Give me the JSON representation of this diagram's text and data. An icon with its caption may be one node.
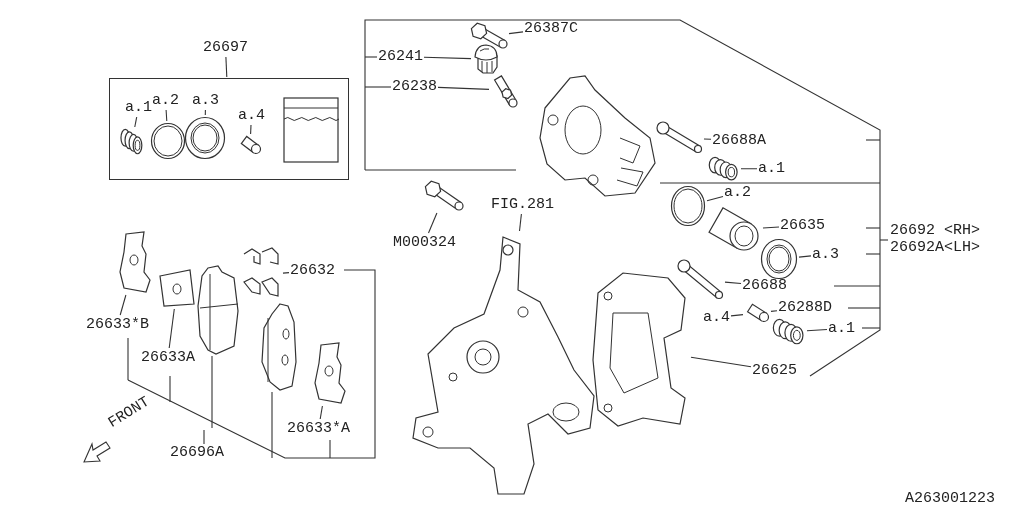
{
  "diagram": {
    "nodes": [
      {
        "text": [
          "26697"
        ]
      },
      {
        "text": [],
        "shape": "box"
      },
      {
        "text": [
          "a.1"
        ],
        "in": 1
      },
      {
        "text": [],
        "shape": "picture",
        "in": 1
      },
      {
        "text": [
          "a.2"
        ],
        "in": 1
      },
      {
        "text": [],
        "shape": "picture",
        "in": 1
      },
      {
        "text": [
          "a.3"
        ],
        "in": 1
      },
      {
        "text": [],
        "shape": "picture",
        "in": 1
      },
      {
        "text": [
          "a.4"
        ],
        "in": 1
      },
      {
        "text": [],
        "shape": "picture",
        "in": 1
      },
      {
        "text": [
          "26387C"
        ]
      },
      {
        "text": [],
        "shape": "picture"
      },
      {
        "text": [
          "26241"
        ]
      },
      {
        "text": [],
        "shape": "picture"
      },
      {
        "text": [
          "26238"
        ]
      },
      {
        "text": [],
        "shape": "picture"
      },
      {
        "text": [
          "26688A"
        ]
      },
      {
        "text": [],
        "shape": "picture"
      },
      {
        "text": [
          "a.1"
        ]
      },
      {
        "text": [],
        "shape": "picture"
      },
      {
        "text": [
          "a.2"
        ]
      },
      {
        "text": [],
        "shape": "picture"
      },
      {
        "text": [
          "26635"
        ]
      },
      {
        "text": [],
        "shape": "picture"
      },
      {
        "text": [
          "a.3"
        ]
      },
      {
        "text": [],
        "shape": "picture"
      },
      {
        "text": [
          "26688"
        ]
      },
      {
        "text": [],
        "shape": "picture"
      },
      {
        "text": [
          "26288D"
        ]
      },
      {
        "text": [],
        "shape": "picture"
      },
      {
        "text": [
          "a.4"
        ]
      },
      {
        "text": [
          "a.1"
        ]
      },
      {
        "text": [],
        "shape": "picture"
      },
      {
        "text": [
          "26692 <RH>",
          "26692A<LH>"
        ]
      },
      {
        "text": [
          "M000324"
        ]
      },
      {
        "text": [],
        "shape": "picture"
      },
      {
        "text": [
          "FIG.281"
        ]
      },
      {
        "text": [],
        "shape": "picture"
      },
      {
        "text": [
          "26625"
        ]
      },
      {
        "text": [],
        "shape": "picture"
      },
      {
        "text": [
          "26632"
        ]
      },
      {
        "text": [],
        "shape": "picture"
      },
      {
        "text": [
          "26633*B"
        ]
      },
      {
        "text": [],
        "shape": "picture"
      },
      {
        "text": [
          "26633A"
        ]
      },
      {
        "text": [],
        "shape": "picture"
      },
      {
        "text": [
          "26633*A"
        ]
      },
      {
        "text": [],
        "shape": "picture"
      },
      {
        "text": [
          "26696A"
        ]
      }
    ],
    "edges": [
      {
        "from": 0,
        "to": 1,
        "arrow": "none"
      },
      {
        "from": 2,
        "to": 3,
        "arrow": "none"
      },
      {
        "from": 4,
        "to": 5,
        "arrow": "none"
      },
      {
        "from": 6,
        "to": 7,
        "arrow": "none"
      },
      {
        "from": 8,
        "to": 9,
        "arrow": "none"
      },
      {
        "from": 10,
        "to": 11,
        "arrow": "none"
      },
      {
        "from": 12,
        "to": 13,
        "arrow": "none"
      },
      {
        "from": 14,
        "to": 15,
        "arrow": "none"
      },
      {
        "from": 16,
        "to": 17,
        "arrow": "none"
      },
      {
        "from": 18,
        "to": 19,
        "arrow": "none"
      },
      {
        "from": 20,
        "to": 21,
        "arrow": "none"
      },
      {
        "from": 22,
        "to": 23,
        "arrow": "none"
      },
      {
        "from": 24,
        "to": 25,
        "arrow": "none"
      },
      {
        "from": 26,
        "to": 27,
        "arrow": "none"
      },
      {
        "from": 28,
        "to": 29,
        "arrow": "none"
      },
      {
        "from": 30,
        "to": 29,
        "arrow": "none"
      },
      {
        "from": 31,
        "to": 32,
        "arrow": "none"
      },
      {
        "from": 34,
        "to": 35,
        "arrow": "none"
      },
      {
        "from": 36,
        "to": 37,
        "arrow": "none"
      },
      {
        "from": 38,
        "to": 39,
        "arrow": "none"
      },
      {
        "from": 40,
        "to": 41,
        "arrow": "none"
      },
      {
        "from": 42,
        "to": 43,
        "arrow": "none"
      },
      {
        "from": 44,
        "to": 45,
        "arrow": "none"
      },
      {
        "from": 46,
        "to": 47,
        "arrow": "none"
      }
    ],
    "labels": [
      "FRONT",
      "A263001223"
    ]
  }
}
